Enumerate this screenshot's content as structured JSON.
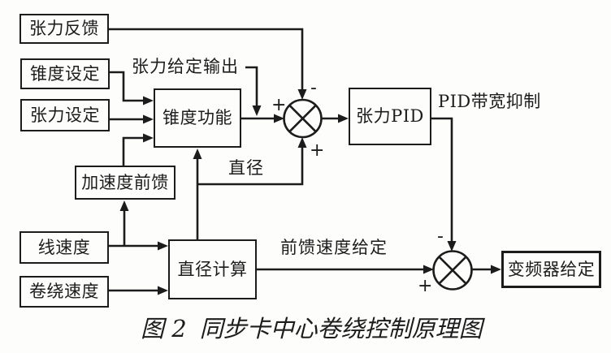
{
  "diagram": {
    "background_color": "#fdfdfc",
    "ink_color": "#1c1c1c",
    "blocks": {
      "tension_feedback": "张力反馈",
      "taper_setting": "锥度设定",
      "tension_setting": "张力设定",
      "taper_function": "锥度功能",
      "accel_feedforward": "加速度前馈",
      "line_speed": "线速度",
      "winding_speed": "卷绕速度",
      "diameter_calc": "直径计算",
      "tension_pid": "张力PID",
      "inverter_ref": "变频器给定"
    },
    "labels": {
      "tension_ref_output": "张力给定输出",
      "diameter": "直径",
      "pid_bandwidth_limit": "PID带宽抑制",
      "feedforward_speed_ref": "前馈速度给定"
    },
    "summing_junctions": {
      "sum1": {
        "operator": "⊗",
        "left_sign": "+",
        "top_sign": "-",
        "bottom_sign": "+"
      },
      "sum2": {
        "operator": "⊗",
        "top_sign": "-",
        "left_sign": "+"
      }
    },
    "caption": {
      "figure_label": "图 2",
      "title": "同步卡中心卷绕控制原理图"
    }
  }
}
